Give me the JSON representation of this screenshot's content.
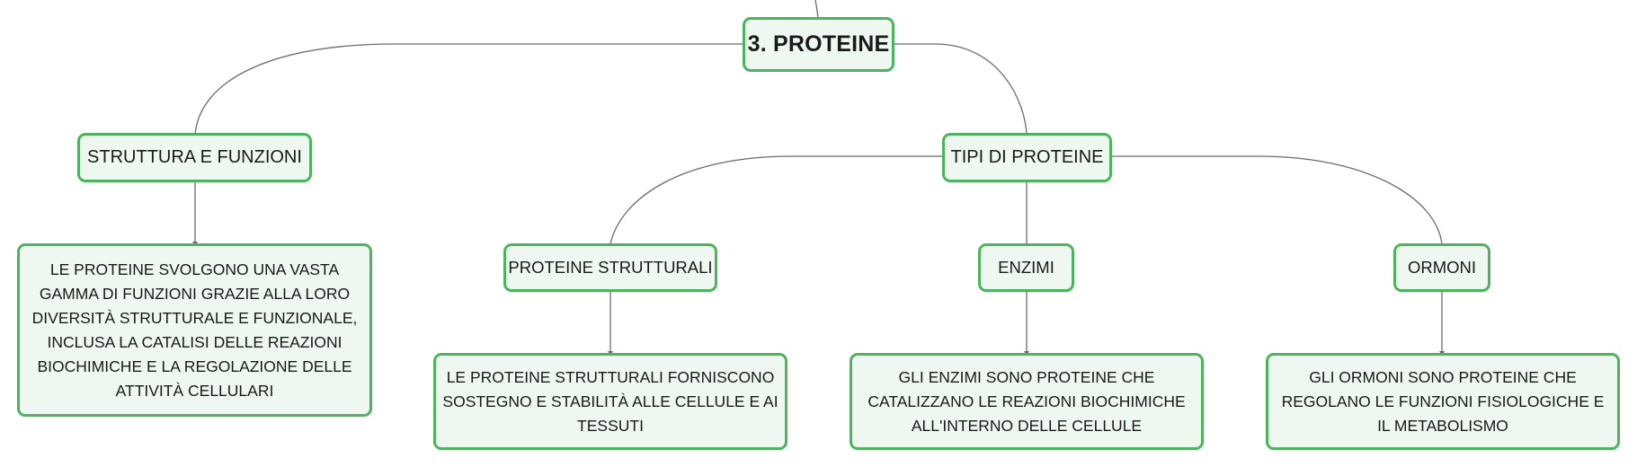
{
  "mindmap": {
    "root": {
      "label": "3. PROTEINE"
    },
    "struttura": {
      "label": "STRUTTURA E FUNZIONI",
      "description": "LE PROTEINE SVOLGONO UNA VASTA GAMMA DI FUNZIONI GRAZIE ALLA LORO DIVERSITÀ STRUTTURALE E FUNZIONALE, INCLUSA LA CATALISI DELLE REAZIONI BIOCHIMICHE E LA REGOLAZIONE DELLE ATTIVITÀ CELLULARI"
    },
    "tipi": {
      "label": "TIPI DI PROTEINE",
      "strutturali": {
        "label": "PROTEINE STRUTTURALI",
        "description": "LE PROTEINE STRUTTURALI FORNISCONO SOSTEGNO E STABILITÀ ALLE CELLULE E AI TESSUTI"
      },
      "enzimi": {
        "label": "ENZIMI",
        "description": "GLI ENZIMI SONO PROTEINE CHE CATALIZZANO LE REAZIONI BIOCHIMICHE ALL'INTERNO DELLE CELLULE"
      },
      "ormoni": {
        "label": "ORMONI",
        "description": "GLI ORMONI SONO PROTEINE CHE REGOLANO LE FUNZIONI FISIOLOGICHE E IL METABOLISMO"
      }
    }
  },
  "colors": {
    "node_border": "#4db35c",
    "node_fill": "#eef7f0",
    "connector": "#6b6b6b",
    "text": "#1a1a1a"
  }
}
